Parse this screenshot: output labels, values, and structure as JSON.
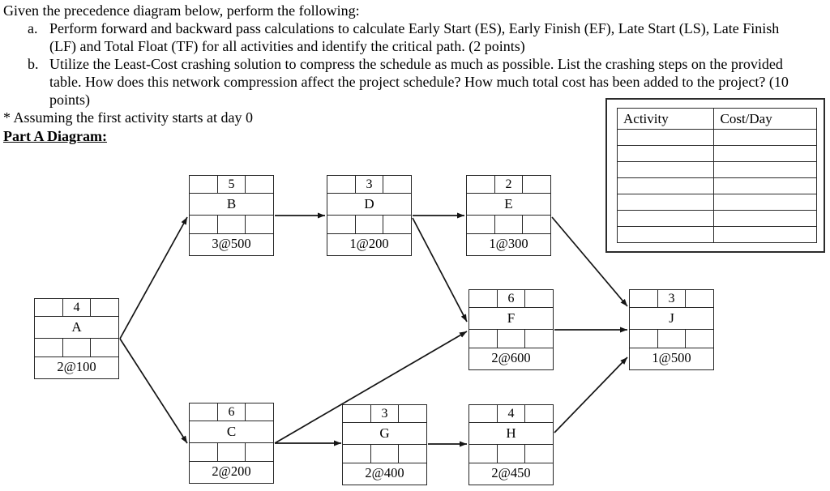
{
  "header": {
    "intro": "Given the precedence diagram below, perform the following:",
    "items": [
      {
        "label": "a.",
        "text": "Perform forward and backward pass calculations to calculate Early Start (ES), Early Finish (EF), Late Start (LS), Late Finish\n(LF) and Total Float (TF) for all activities and identify the critical path. (2 points)"
      },
      {
        "label": "b.",
        "text": "Utilize the Least-Cost crashing solution to compress the schedule as much as possible. List the crashing steps on the provided\ntable. How does this network compression affect the project schedule? How much total cost has been added to the project? (10\npoints)"
      }
    ],
    "assumption": "* Assuming the first activity starts at day 0",
    "section_title": "Part A Diagram:"
  },
  "crash_table": {
    "headers": [
      "Activity",
      "Cost/Day"
    ],
    "empty_rows": 7
  },
  "diagram": {
    "nodes": [
      {
        "id": "A",
        "duration": "4",
        "name": "A",
        "crash": "2@100"
      },
      {
        "id": "B",
        "duration": "5",
        "name": "B",
        "crash": "3@500"
      },
      {
        "id": "D",
        "duration": "3",
        "name": "D",
        "crash": "1@200"
      },
      {
        "id": "E",
        "duration": "2",
        "name": "E",
        "crash": "1@300"
      },
      {
        "id": "F",
        "duration": "6",
        "name": "F",
        "crash": "2@600"
      },
      {
        "id": "J",
        "duration": "3",
        "name": "J",
        "crash": "1@500"
      },
      {
        "id": "C",
        "duration": "6",
        "name": "C",
        "crash": "2@200"
      },
      {
        "id": "G",
        "duration": "3",
        "name": "G",
        "crash": "2@400"
      },
      {
        "id": "H",
        "duration": "4",
        "name": "H",
        "crash": "2@450"
      }
    ],
    "edges": [
      {
        "from": "A",
        "to": "B"
      },
      {
        "from": "A",
        "to": "C"
      },
      {
        "from": "B",
        "to": "D"
      },
      {
        "from": "D",
        "to": "E"
      },
      {
        "from": "D",
        "to": "F"
      },
      {
        "from": "C",
        "to": "F"
      },
      {
        "from": "C",
        "to": "G"
      },
      {
        "from": "G",
        "to": "H"
      },
      {
        "from": "E",
        "to": "J"
      },
      {
        "from": "F",
        "to": "J"
      },
      {
        "from": "H",
        "to": "J"
      }
    ]
  }
}
